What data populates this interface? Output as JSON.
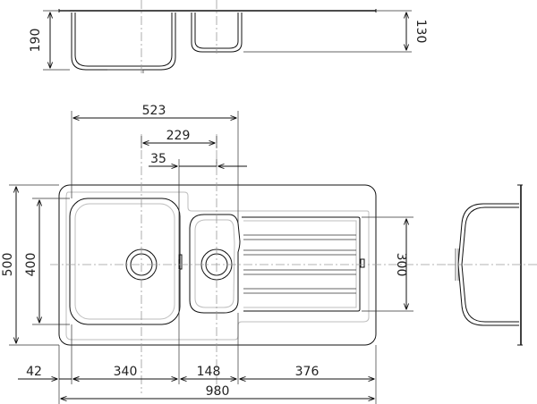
{
  "dimensions": {
    "side_depth_main": "190",
    "side_depth_small": "130",
    "width_to_bowl2_edge": "523",
    "bowl_centres": "229",
    "small_offset": "35",
    "overall_depth": "500",
    "bowl_depth": "400",
    "drainer_depth": "300",
    "left_margin": "42",
    "main_bowl_width": "340",
    "small_bowl_width": "148",
    "drainer_width": "376",
    "overall_width": "980"
  }
}
